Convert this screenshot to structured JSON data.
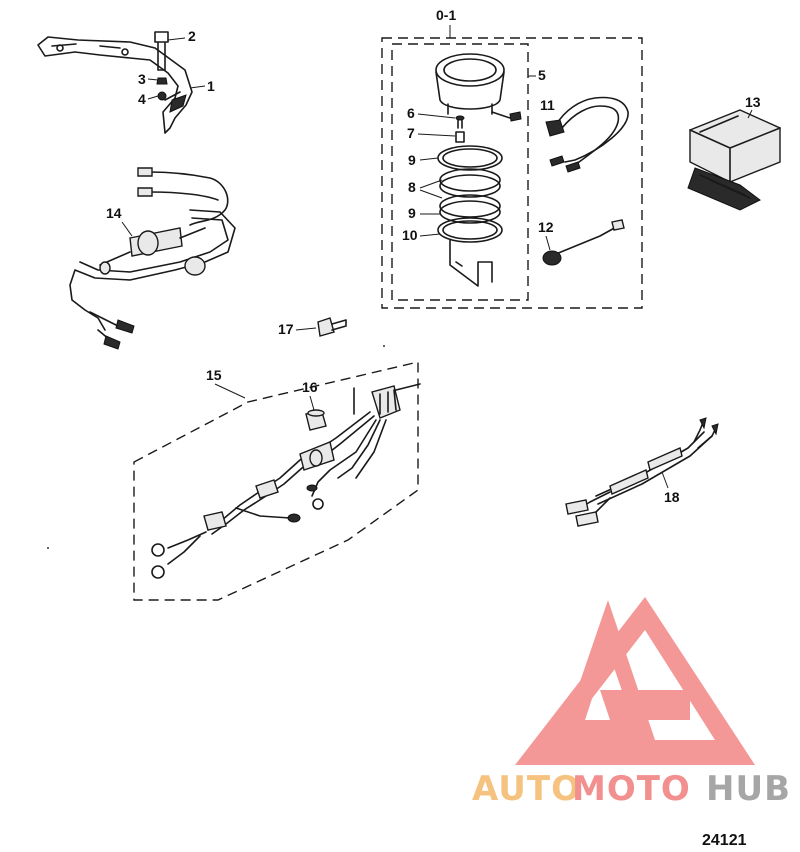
{
  "callouts": {
    "c0": "0-1",
    "c1": "1",
    "c2": "2",
    "c3": "3",
    "c4": "4",
    "c5": "5",
    "c6": "6",
    "c7": "7",
    "c8": "8",
    "c9a": "9",
    "c9b": "9",
    "c10": "10",
    "c11": "11",
    "c12": "12",
    "c13": "13",
    "c14": "14",
    "c15": "15",
    "c16": "16",
    "c17": "17",
    "c18": "18"
  },
  "drawing_code": "24121",
  "watermark": {
    "part1": "AUTO",
    "part2": "MOTO",
    "part3": "HUB",
    "colors": {
      "auto": "#f6c280",
      "moto": "#f28f8f",
      "hub": "#a6a6a6",
      "logo": "#f38686"
    }
  }
}
